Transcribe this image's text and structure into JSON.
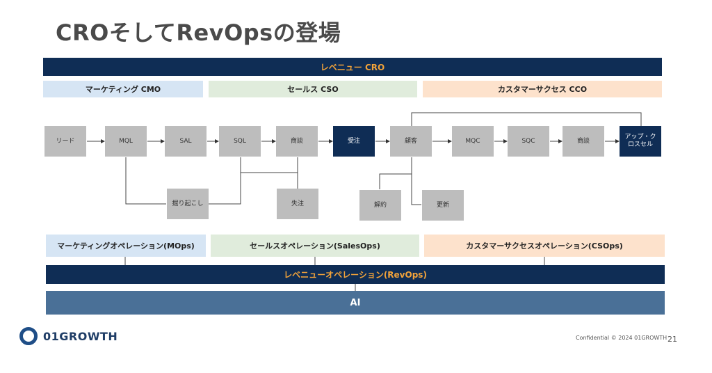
{
  "slide": {
    "title": "CROそしてRevOpsの登場",
    "top_bar": "レベニュー CRO",
    "groups": {
      "marketing": "マーケティング CMO",
      "sales": "セールス CSO",
      "cs": "カスタマーサクセス CCO"
    },
    "nodes": {
      "lead": "リード",
      "mql": "MQL",
      "sal": "SAL",
      "sql": "SQL",
      "deal1": "商談",
      "order": "受注",
      "customer": "顧客",
      "mqc": "MQC",
      "sqc": "SQC",
      "deal2": "商談",
      "upsell_line1": "アップ・ク",
      "upsell_line2": "ロスセル",
      "dig": "掘り起こし",
      "lost": "失注",
      "churn": "解約",
      "renewal": "更新"
    },
    "ops": {
      "marketing": "マーケティングオペレーション(MOps)",
      "sales": "セールスオペレーション(SalesOps)",
      "cs": "カスタマーサクセスオペレーション(CSOps)"
    },
    "revops_bar": "レベニューオペレーション(RevOps)",
    "ai_bar": "AI",
    "logo": "01GROWTH",
    "footer": "Confidential  © 2024 01GROWTH",
    "page_number": "21"
  },
  "colors": {
    "navy": "#0f2d55",
    "orange_text": "#f2a33a",
    "node_gray": "#bdbdbd",
    "marketing_bg": "#d6e5f4",
    "sales_bg": "#e0ecdc",
    "cs_bg": "#fde2cc",
    "ai_bg": "#4a7097"
  }
}
